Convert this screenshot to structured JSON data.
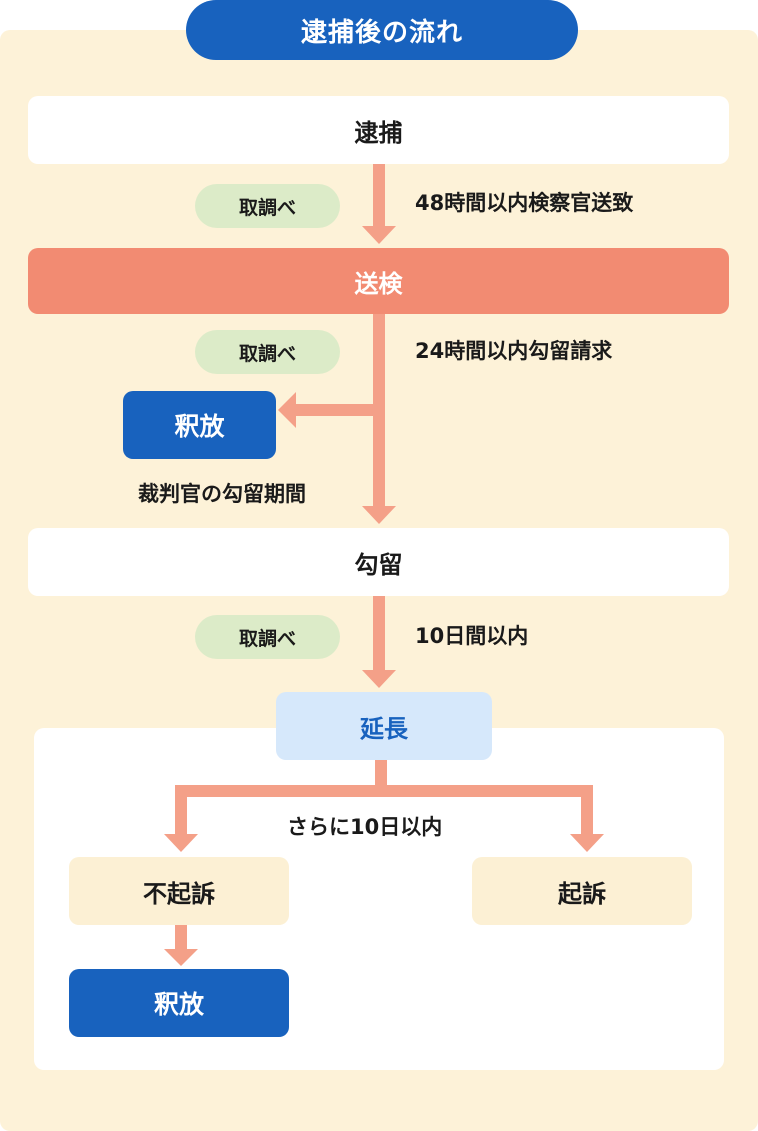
{
  "title": "逮捕後の流れ",
  "stages": {
    "arrest": "逮捕",
    "referral": "送検",
    "release_1": "釈放",
    "detention": "勾留",
    "extension": "延長",
    "non_prosecution": "不起訴",
    "prosecution": "起訴",
    "release_2": "釈放"
  },
  "tags": {
    "investigation_1": "取調べ",
    "investigation_2": "取調べ",
    "investigation_3": "取調べ"
  },
  "notes": {
    "within_48h": "48時間以内検察官送致",
    "within_24h": "24時間以内勾留請求",
    "judge_detention": "裁判官の勾留期間",
    "within_10days": "10日間以内",
    "additional_10days": "さらに10日以内"
  },
  "colors": {
    "title_bg": "#1862be",
    "panel_bg": "#fdf2d8",
    "referral_bg": "#f28b72",
    "release_bg": "#1862be",
    "extension_bg": "#d6e8fb",
    "tag_bg": "#dcebc8",
    "arrow": "#f4a088"
  }
}
